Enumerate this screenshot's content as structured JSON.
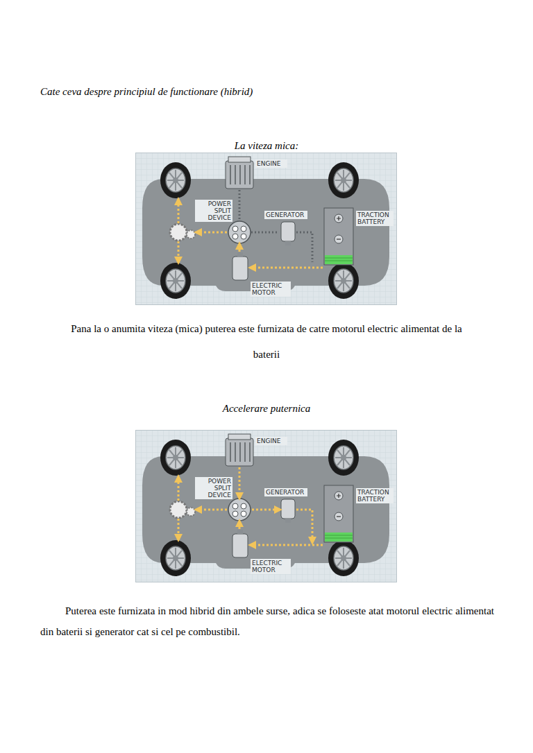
{
  "diagram": {
    "title": "Cate ceva despre principiul de functionare (hibrid)",
    "labels": [
      "La viteza mica:",
      "ENGINE",
      "POWER SPLIT DEVICE",
      "GENERATOR",
      "TRACTION BATTERY",
      "ELECTRIC MOTOR",
      "Pana la o anumita viteza (mica) puterea este furnizata de catre motorul electric alimentat de la baterii",
      "Accelerare puternica",
      "ENGINE",
      "POWER SPLIT DEVICE",
      "GENERATOR",
      "TRACTION BATTERY",
      "ELECTRIC MOTOR",
      "Puterea este furnizata in mod hibrid din ambele surse, adica se foloseste atat motorul electric alimentat din baterii si generator cat si cel pe combustibil."
    ]
  }
}
